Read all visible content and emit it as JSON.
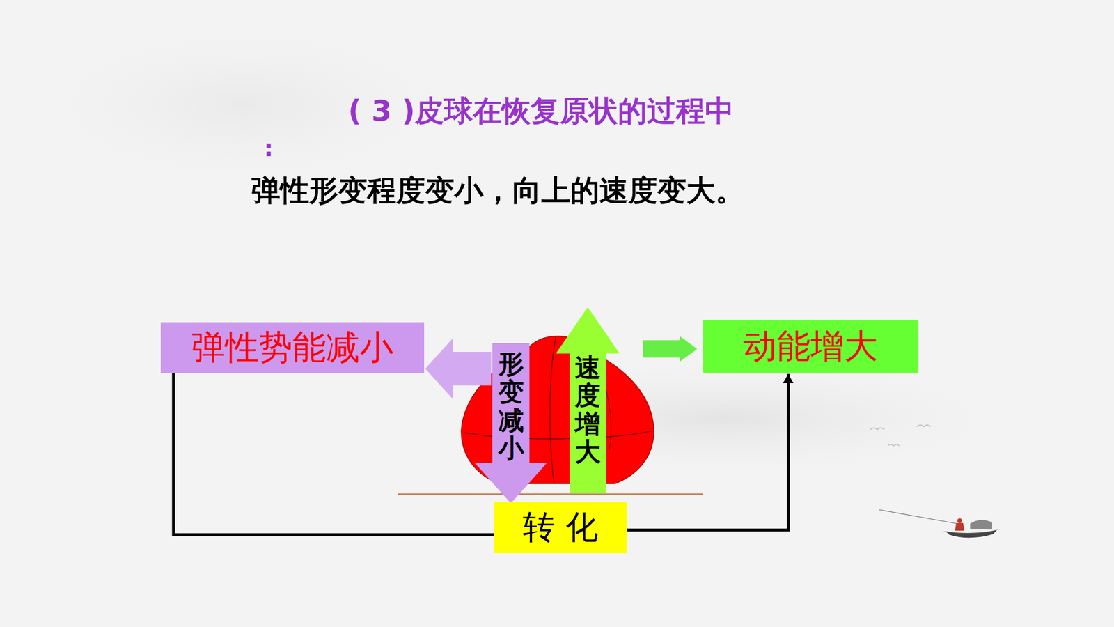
{
  "diagram": {
    "title": "( 3 )皮球在恢复原状的过程中",
    "nodes": [
      {
        "text": [
          "弹性势能减小"
        ]
      },
      {
        "text": [
          "形变减小"
        ]
      },
      {
        "text": [
          "速度增大"
        ]
      },
      {
        "text": [
          "动能增大"
        ]
      },
      {
        "text": [
          "转 化"
        ]
      }
    ],
    "edges": [
      {
        "from": 1,
        "to": 0,
        "arrow": "to"
      },
      {
        "from": 2,
        "to": 3,
        "arrow": "to"
      },
      {
        "from": 0,
        "to": 4,
        "arrow": "none"
      },
      {
        "from": 4,
        "to": 3,
        "arrow": "to"
      }
    ],
    "labels": [
      ":",
      "弹性形变程度变小，向上的速度变大。"
    ]
  }
}
